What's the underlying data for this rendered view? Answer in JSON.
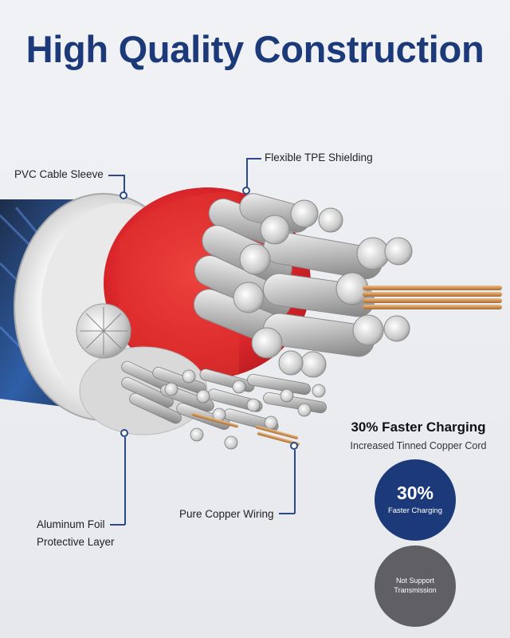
{
  "title": "High Quality Construction",
  "labels": {
    "pvc": "PVC Cable Sleeve",
    "tpe": "Flexible TPE Shielding",
    "foil_line1": "Aluminum Foil",
    "foil_line2": "Protective Layer",
    "copper": "Pure Copper Wiring"
  },
  "charging": {
    "heading": "30% Faster Charging",
    "subheading": "Increased Tinned Copper Cord",
    "badge_value": "30%",
    "badge_label": "Faster Charging",
    "gray_badge_line1": "Not Support",
    "gray_badge_line2": "Transmission"
  },
  "colors": {
    "title_blue": "#1c3a7a",
    "shield_red": "#d9262b",
    "badge_blue": "#1c3a7a",
    "badge_gray": "#606064",
    "copper": "#c98a4e"
  },
  "icons": [
    "callout-dot-icon"
  ]
}
